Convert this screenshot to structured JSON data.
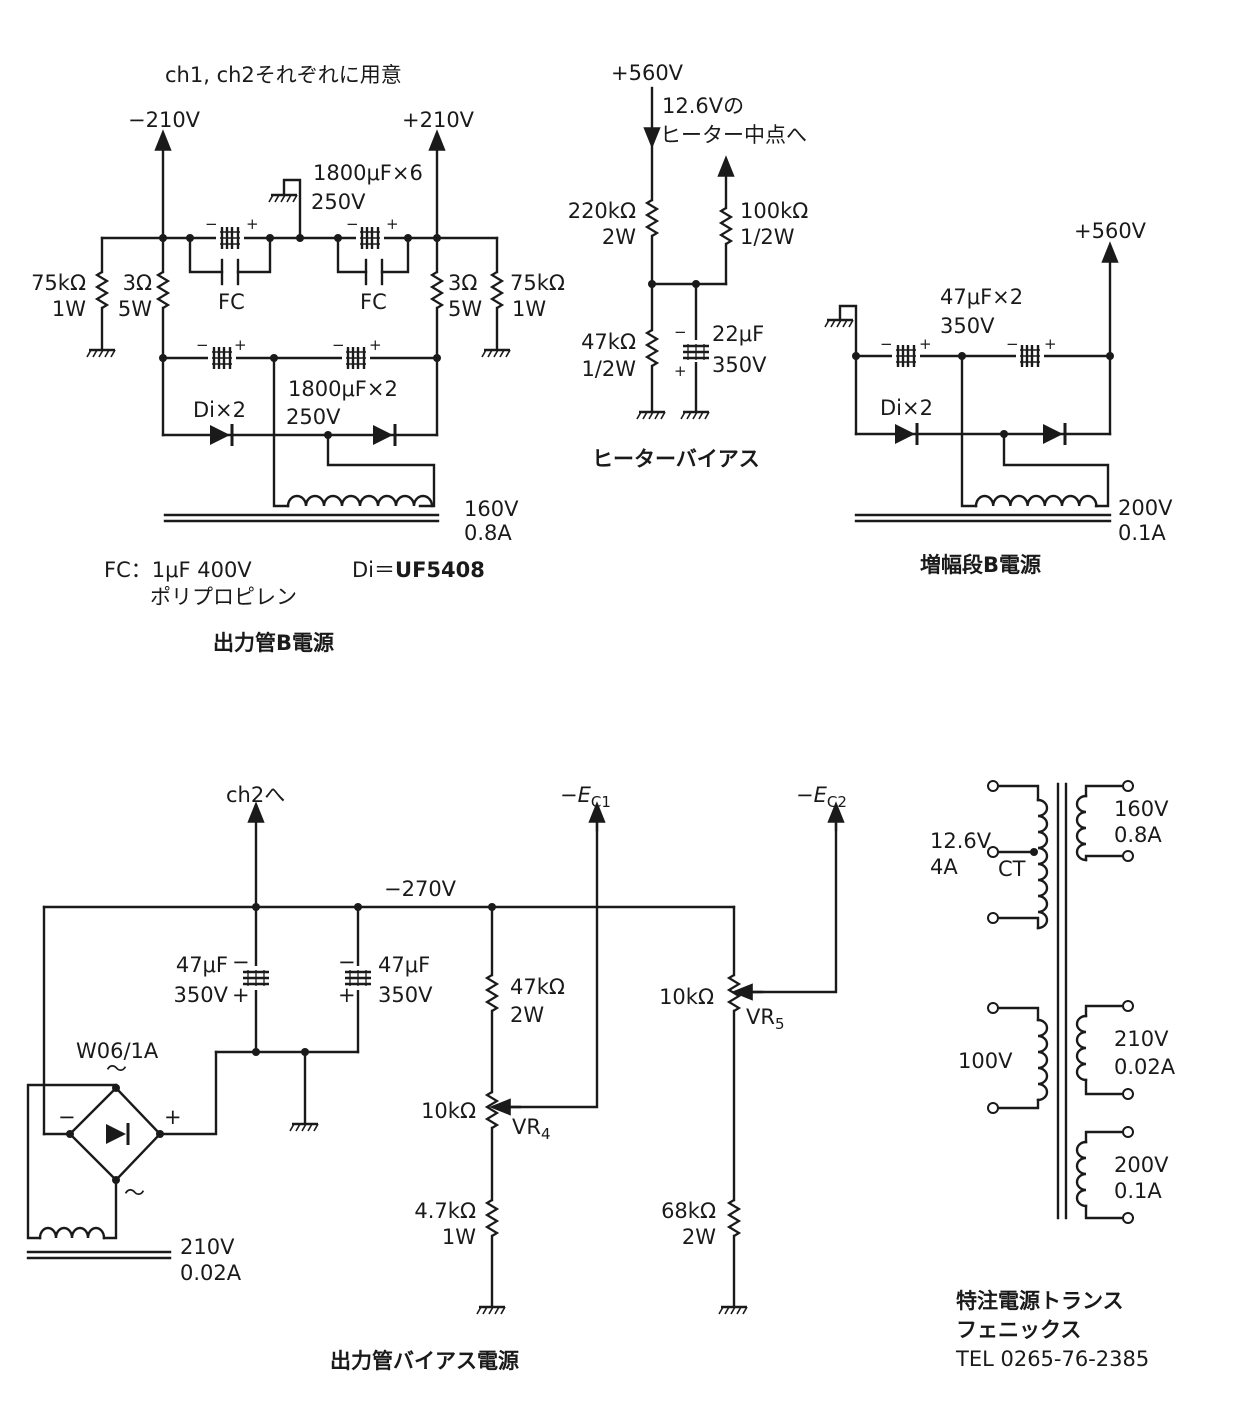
{
  "output_tube_b_supply": {
    "note": "ch1, ch2それぞれに用意",
    "neg_rail": "−210V",
    "pos_rail": "+210V",
    "cap_bank": "1800μF×6",
    "cap_bank_v": "250V",
    "r75_left": "75kΩ",
    "r75_left_w": "1W",
    "r3_left": "3Ω",
    "r3_left_w": "5W",
    "r3_right": "3Ω",
    "r3_right_w": "5W",
    "r75_right": "75kΩ",
    "r75_right_w": "1W",
    "fc_left": "FC",
    "fc_right": "FC",
    "diodes": "Di×2",
    "cap_pair": "1800μF×2",
    "cap_pair_v": "250V",
    "winding_v": "160V",
    "winding_a": "0.8A",
    "fc_note": "FC：1μF 400V",
    "fc_type": "ポリプロピレン",
    "di_note": "Di＝",
    "di_part": "UF5408",
    "title": "出力管B電源"
  },
  "heater_bias": {
    "supply": "+560V",
    "dest_line1": "12.6Vの",
    "dest_line2": "ヒーター中点へ",
    "r220": "220kΩ",
    "r220_w": "2W",
    "r100": "100kΩ",
    "r100_w": "1/2W",
    "r47": "47kΩ",
    "r47_w": "1/2W",
    "cap": "22μF",
    "cap_v": "350V",
    "title": "ヒーターバイアス"
  },
  "amp_stage_b_supply": {
    "supply": "+560V",
    "caps": "47μF×2",
    "caps_v": "350V",
    "diodes": "Di×2",
    "winding_v": "200V",
    "winding_a": "0.1A",
    "title": "増幅段B電源"
  },
  "output_tube_bias_supply": {
    "to_ch2": "ch2へ",
    "rail": "−270V",
    "ec1_prefix": "−",
    "ec1_name": "E",
    "ec1_sub": "C1",
    "ec2_prefix": "−",
    "ec2_name": "E",
    "ec2_sub": "C2",
    "cap_left": "47μF",
    "cap_left_v": "350V",
    "cap_right": "47μF",
    "cap_right_v": "350V",
    "bridge": "W06/1A",
    "r47": "47kΩ",
    "r47_w": "2W",
    "vr4": "10kΩ",
    "vr4_name": "VR",
    "vr4_sub": "4",
    "r4_7": "4.7kΩ",
    "r4_7_w": "1W",
    "vr5": "10kΩ",
    "vr5_name": "VR",
    "vr5_sub": "5",
    "r68": "68kΩ",
    "r68_w": "2W",
    "winding_v": "210V",
    "winding_a": "0.02A",
    "title": "出力管バイアス電源"
  },
  "transformer": {
    "heater_v": "12.6V",
    "heater_a": "4A",
    "ct": "CT",
    "primary": "100V",
    "s1_v": "160V",
    "s1_a": "0.8A",
    "s2_v": "210V",
    "s2_a": "0.02A",
    "s3_v": "200V",
    "s3_a": "0.1A",
    "maker_line1": "特注電源トランス",
    "maker_line2": "フェニックス",
    "tel": "TEL 0265-76-2385"
  }
}
